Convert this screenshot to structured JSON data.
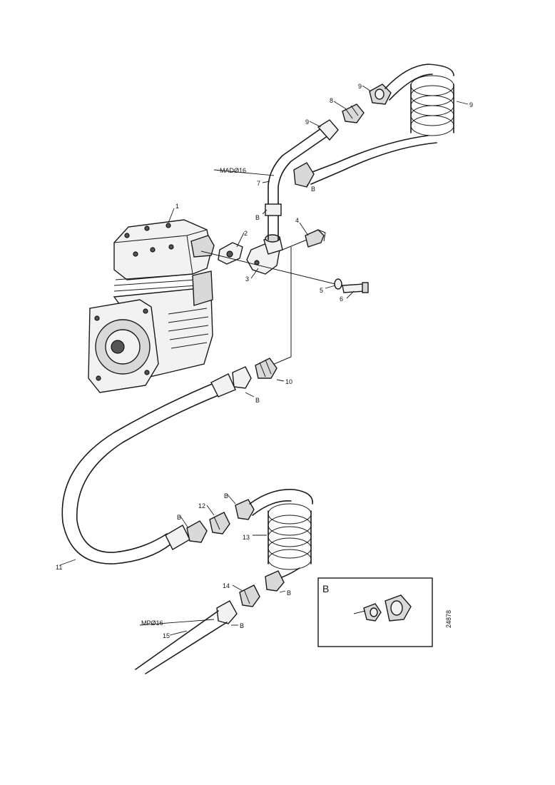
{
  "labels": {
    "compressor": "1",
    "gasket": "2",
    "elbow": "3",
    "fitting_4": "4",
    "washer_5": "5",
    "screw_6": "6",
    "pipe_7": "7",
    "nut_8": "8",
    "connector_9": "9",
    "coil_upper": "9",
    "nut_9_top": "9",
    "fitting_10": "10",
    "hose_11": "11",
    "fitting_12": "12",
    "coil_lower": "13",
    "fitting_14": "14",
    "pipe_15": "15",
    "mad_spec": "MADØ16",
    "mp_spec": "MPØ16",
    "detail_box": "B",
    "callout_b": "B",
    "drawing_number": "24878"
  }
}
